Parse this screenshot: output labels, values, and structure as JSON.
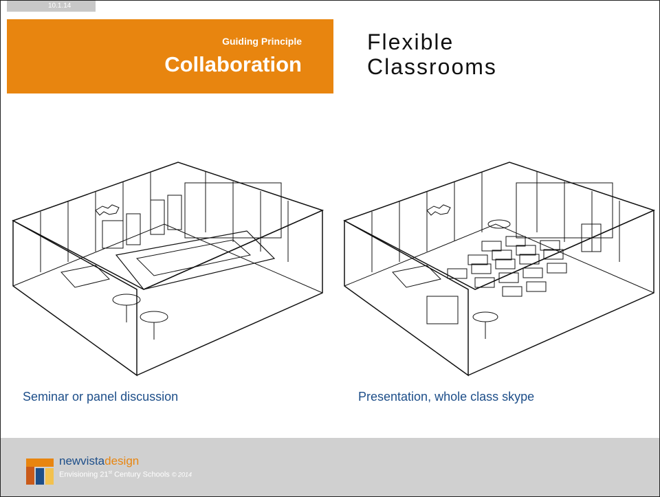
{
  "header": {
    "date": "10.1.14"
  },
  "banner": {
    "subtitle": "Guiding Principle",
    "title": "Collaboration"
  },
  "title": {
    "line1": "Flexible",
    "line2": "Classrooms"
  },
  "captions": {
    "left": "Seminar or panel discussion",
    "right": "Presentation, whole class skype"
  },
  "footer": {
    "brand_part1": "newvista",
    "brand_part2": "design",
    "tagline_prefix": "Envisioning 21",
    "tagline_sup": "st",
    "tagline_suffix": " Century Schools",
    "copyright": "© 2014"
  },
  "colors": {
    "accent": "#e8850f",
    "caption": "#1d4e89",
    "footer_bg": "#d0d0d0"
  }
}
